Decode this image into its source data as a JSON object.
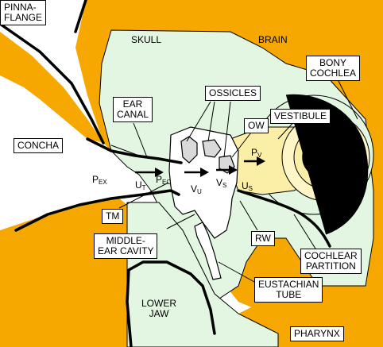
{
  "colors": {
    "bone": "#f6a800",
    "tissue": "#e2f6e2",
    "vestibule": "#fbeea6",
    "cochlea_duct": "#fff6c8",
    "cavity": "#ffffff",
    "outline": "#000000"
  },
  "labels": {
    "pinna_line1": "PINNA-",
    "pinna_line2": "FLANGE",
    "skull": "SKULL",
    "brain": "BRAIN",
    "bony_cochlea_line1": "BONY",
    "bony_cochlea_line2": "COCHLEA",
    "ossicles": "OSSICLES",
    "ear_canal_line1": "EAR",
    "ear_canal_line2": "CANAL",
    "ow": "OW",
    "vestibule": "VESTIBULE",
    "concha": "CONCHA",
    "tm": "TM",
    "rw": "RW",
    "middle_ear_line1": "MIDDLE-",
    "middle_ear_line2": "EAR CAVITY",
    "cochlear_partition_line1": "COCHLEAR",
    "cochlear_partition_line2": "PARTITION",
    "eustachian_line1": "EUSTACHIAN",
    "eustachian_line2": "TUBE",
    "lower_jaw_line1": "LOWER",
    "lower_jaw_line2": "JAW",
    "pharynx": "PHARYNX"
  },
  "variables": {
    "p_ex": {
      "base": "P",
      "sub": "EX"
    },
    "u_t": {
      "base": "U",
      "sub": "T"
    },
    "p_ec": {
      "base": "P",
      "sub": "EC"
    },
    "v_u": {
      "base": "V",
      "sub": "U"
    },
    "v_s": {
      "base": "V",
      "sub": "S"
    },
    "u_s": {
      "base": "U",
      "sub": "S"
    },
    "p_v": {
      "base": "P",
      "sub": "V"
    }
  }
}
